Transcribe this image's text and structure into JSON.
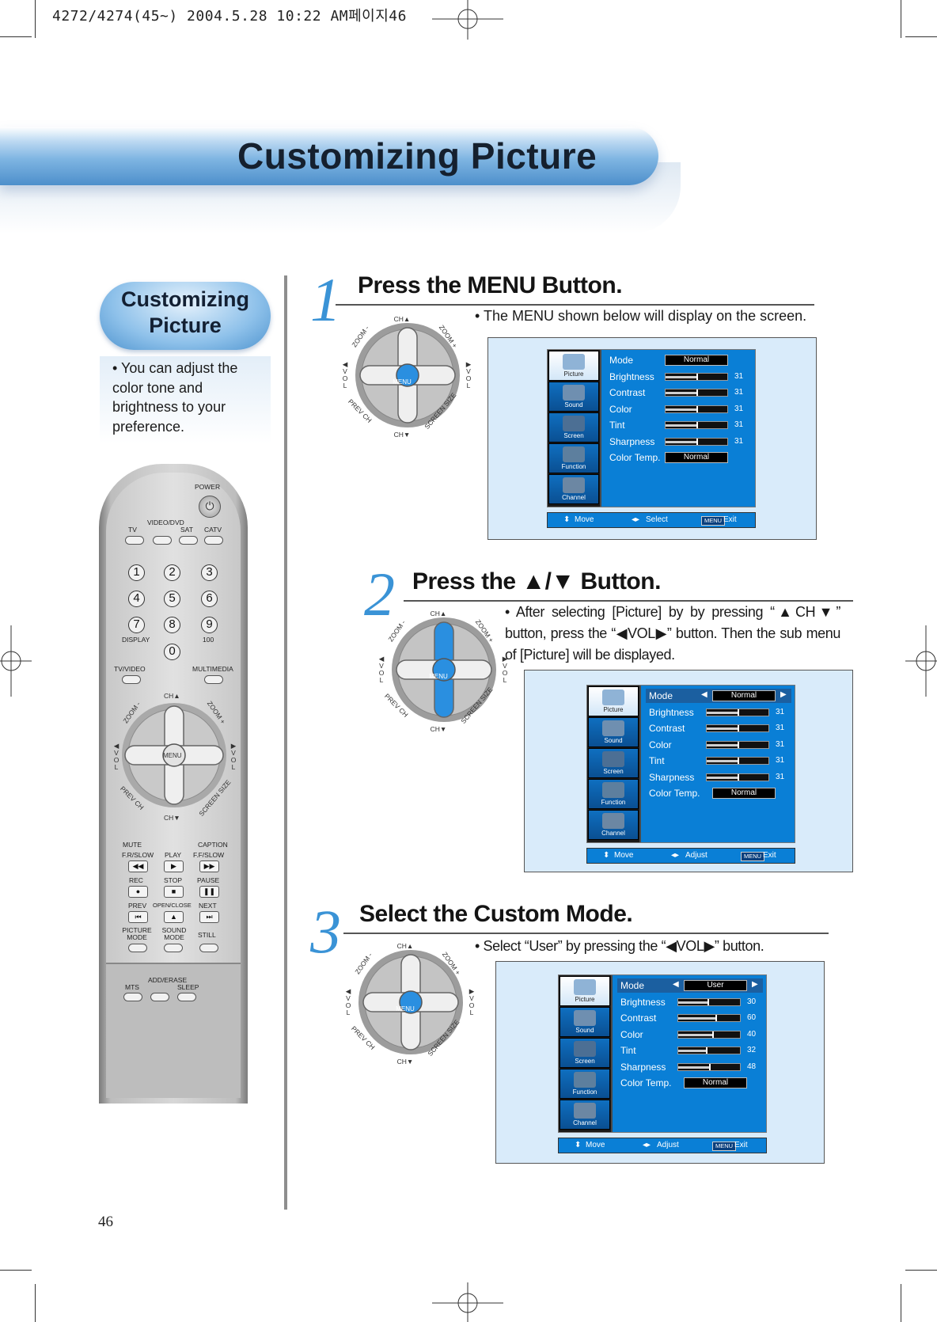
{
  "print_header": "4272/4274(45~) 2004.5.28 10:22 AM페이지46",
  "page_title": "Customizing Picture",
  "sidebar": {
    "title_line1": "Customizing",
    "title_line2": "Picture",
    "note": "• You can adjust the color tone and brightness to your preference."
  },
  "page_number": "46",
  "remote": {
    "power": "POWER",
    "tv": "TV",
    "video_dvd": "VIDEO/DVD",
    "sat": "SAT",
    "catv": "CATV",
    "digits": [
      "1",
      "2",
      "3",
      "4",
      "5",
      "6",
      "7",
      "8",
      "9",
      "0"
    ],
    "display": "DISPLAY",
    "hundred": "100",
    "tv_video": "TV/VIDEO",
    "multimedia": "MULTIMEDIA",
    "mute": "MUTE",
    "caption": "CAPTION",
    "fr_slow": "F.R/SLOW",
    "play": "PLAY",
    "ff_slow": "F.F/SLOW",
    "rec": "REC",
    "stop": "STOP",
    "pause": "PAUSE",
    "prev": "PREV",
    "open_close": "OPEN/CLOSE",
    "next": "NEXT",
    "picture_mode": "PICTURE MODE",
    "sound_mode": "SOUND MODE",
    "still": "STILL",
    "mts": "MTS",
    "add_erase": "ADD/ERASE",
    "sleep": "SLEEP"
  },
  "pad": {
    "ch_up": "CH▲",
    "ch_down": "CH▼",
    "zoom_minus": "ZOOM -",
    "zoom_plus": "ZOOM +",
    "vol_left": "◀VOL",
    "vol_right": "▶VOL",
    "prev_ch": "PREV CH",
    "screen_size": "SCREEN SIZE",
    "menu": "MENU"
  },
  "tabs": [
    "Picture",
    "Sound",
    "Screen",
    "Function",
    "Channel"
  ],
  "menu_labels": [
    "Mode",
    "Brightness",
    "Contrast",
    "Color",
    "Tint",
    "Sharpness",
    "Color Temp."
  ],
  "steps": [
    {
      "number": "1",
      "title": "Press the MENU Button.",
      "desc": "• The MENU shown below will display on the screen.",
      "menu": {
        "mode": "Normal",
        "values": [
          "31",
          "31",
          "31",
          "31",
          "31"
        ],
        "levels": [
          0.5,
          0.5,
          0.5,
          0.5,
          0.5
        ],
        "color_temp": "Normal",
        "footer_move": "Move",
        "footer_mid": "Select",
        "footer_menu": "MENU",
        "footer_exit": "Exit"
      }
    },
    {
      "number": "2",
      "title": "Press the ▲/▼ Button.",
      "desc": "• After selecting [Picture] by by pressing “▲CH▼” button, press the “◀VOL▶” button. Then the sub menu of [Picture] will be displayed.",
      "menu": {
        "mode": "Normal",
        "values": [
          "31",
          "31",
          "31",
          "31",
          "31"
        ],
        "levels": [
          0.5,
          0.5,
          0.5,
          0.5,
          0.5
        ],
        "color_temp": "Normal",
        "footer_move": "Move",
        "footer_mid": "Adjust",
        "footer_menu": "MENU",
        "footer_exit": "Exit"
      }
    },
    {
      "number": "3",
      "title": "Select the Custom Mode.",
      "desc": "• Select “User” by pressing the “◀VOL▶” button.",
      "menu": {
        "mode": "User",
        "values": [
          "30",
          "60",
          "40",
          "32",
          "48"
        ],
        "levels": [
          0.48,
          0.6,
          0.55,
          0.45,
          0.5
        ],
        "color_temp": "Normal",
        "footer_move": "Move",
        "footer_mid": "Adjust",
        "footer_menu": "MENU",
        "footer_exit": "Exit"
      }
    }
  ],
  "colors": {
    "accent_blue": "#3a93d6",
    "menu_blue": "#0a7fd6",
    "screen_bg": "#d9ebfa"
  },
  "icons": [
    "power-icon",
    "menu-dpad-icon",
    "picture-tab-icon",
    "sound-tab-icon",
    "screen-tab-icon",
    "function-tab-icon",
    "channel-tab-icon",
    "up-down-arrow-icon",
    "left-right-arrow-icon"
  ]
}
